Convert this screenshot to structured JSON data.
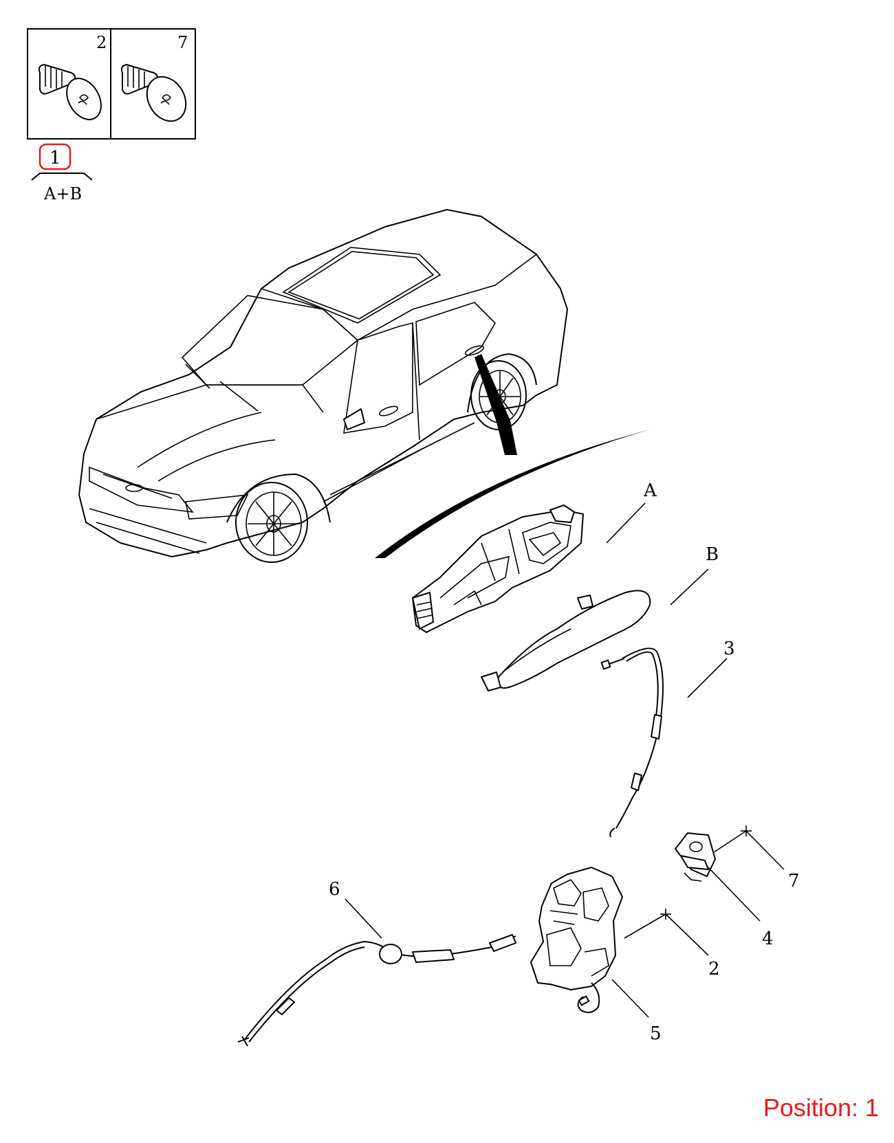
{
  "legend": {
    "box_left_number": "2",
    "box_right_number": "7",
    "kit_number": "1",
    "kit_label": "A+B"
  },
  "callouts": {
    "a": "A",
    "b": "B",
    "n3": "3",
    "n7": "7",
    "n4": "4",
    "n2": "2",
    "n5": "5",
    "n6": "6"
  },
  "position_text": "Position: 1",
  "colors": {
    "highlight": "#e8191b",
    "ink": "#000000"
  }
}
